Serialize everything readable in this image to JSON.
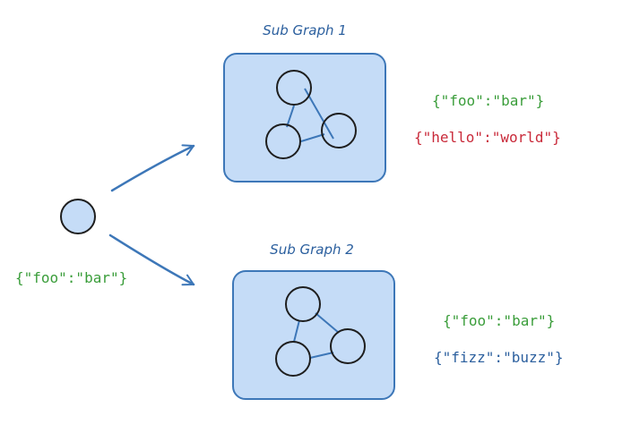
{
  "colors": {
    "box_fill": "#c5dcf7",
    "box_stroke": "#3d77b8",
    "arrow": "#3d77b8",
    "edge": "#3d77b8",
    "node_fill_small": "#c5dcf7",
    "node_stroke": "#1e1e1e",
    "green": "#3a9d3a",
    "red": "#c92a3a",
    "blue": "#2b5f9e"
  },
  "start_node": {
    "label": "{\"foo\":\"bar\"}"
  },
  "subgraphs": [
    {
      "title": "Sub Graph 1",
      "states": [
        {
          "text": "{\"foo\":\"bar\"}",
          "color": "#3a9d3a"
        },
        {
          "text": "{\"hello\":\"world\"}",
          "color": "#c92a3a"
        }
      ]
    },
    {
      "title": "Sub Graph 2",
      "states": [
        {
          "text": "{\"foo\":\"bar\"}",
          "color": "#3a9d3a"
        },
        {
          "text": "{\"fizz\":\"buzz\"}",
          "color": "#2b5f9e"
        }
      ]
    }
  ]
}
